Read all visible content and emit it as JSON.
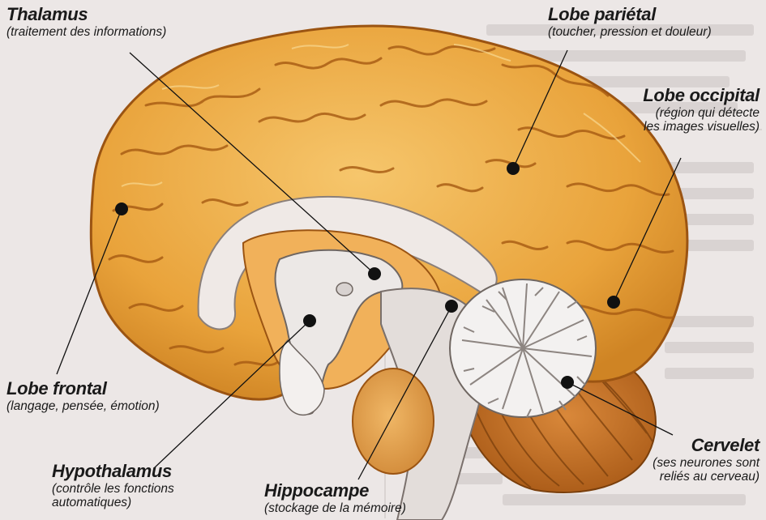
{
  "labels": {
    "thalamus": {
      "title": "Thalamus",
      "desc": "(traitement des informations)"
    },
    "parietal": {
      "title": "Lobe pariétal",
      "desc": "(toucher, pression et douleur)"
    },
    "occipital": {
      "title": "Lobe occipital",
      "desc1": "(région qui détecte",
      "desc2": "les images visuelles)"
    },
    "frontal": {
      "title": "Lobe frontal",
      "desc": "(langage, pensée, émotion)"
    },
    "hypothalamus": {
      "title": "Hypothalamus",
      "desc1": "(contrôle les fonctions",
      "desc2": "automatiques)"
    },
    "hippocampe": {
      "title": "Hippocampe",
      "desc": "(stockage de la mémoire)"
    },
    "cervelet": {
      "title": "Cervelet",
      "desc1": "(ses neurones sont",
      "desc2": "reliés au cerveau)"
    }
  },
  "colors": {
    "background": "#ece7e6",
    "cortex": "#e8a33a",
    "cortex_light": "#f3c46a",
    "sulcus": "#a65a12",
    "white_matter": "#e9e4e2",
    "brainstem": "#d59a4c",
    "cerebellum": "#c8742a",
    "marker": "#111111"
  }
}
